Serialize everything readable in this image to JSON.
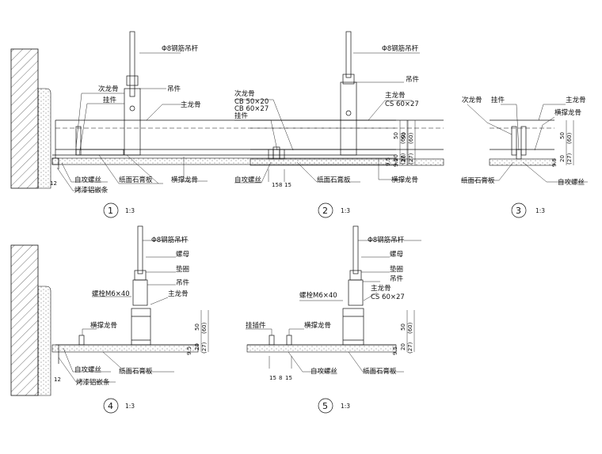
{
  "labels": {
    "rod": "Φ8钢筋吊杆",
    "hanger": "吊件",
    "main_runner": "主龙骨",
    "main_runner_cs": "CS 60×27",
    "secondary_runner": "次龙骨",
    "cb1": "CB 50×20",
    "cb2": "CB 60×27",
    "clip": "挂件",
    "screw": "自攻螺丝",
    "board": "纸面石膏板",
    "brace": "横撑龙骨",
    "trim": "烤漆铝嵌条",
    "nut": "螺母",
    "washer": "垫圈",
    "bolt": "螺栓M6×40",
    "hook": "挂插件"
  },
  "dims": {
    "d50": "50",
    "d60": "(60)",
    "d20": "20",
    "d27": "(27)",
    "d95": "9.5",
    "d12": "12",
    "d15a": "15",
    "d8": "8",
    "d15b": "15"
  },
  "details": [
    {
      "num": "1",
      "scale": "1:3"
    },
    {
      "num": "2",
      "scale": "1:3"
    },
    {
      "num": "3",
      "scale": "1:3"
    },
    {
      "num": "4",
      "scale": "1:3"
    },
    {
      "num": "5",
      "scale": "1:3"
    }
  ]
}
